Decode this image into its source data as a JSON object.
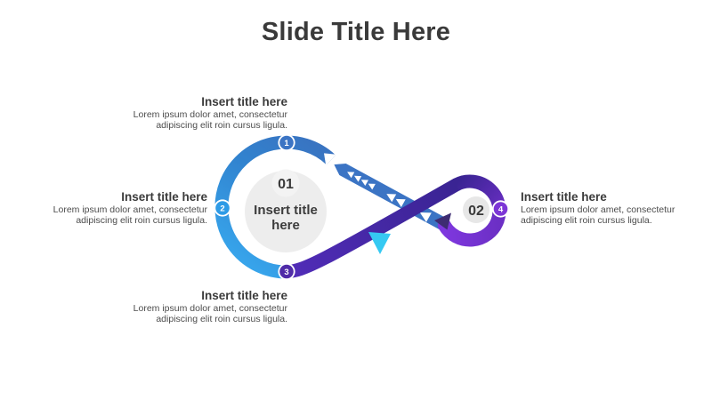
{
  "title": "Slide Title Here",
  "diagram": {
    "center_left": {
      "number": "01",
      "title_line1": "Insert title",
      "title_line2": "here"
    },
    "center_right": {
      "number": "02"
    },
    "markers": [
      {
        "number": "1"
      },
      {
        "number": "2"
      },
      {
        "number": "3"
      },
      {
        "number": "4"
      }
    ]
  },
  "blocks": [
    {
      "position": "top",
      "title": "Insert title here",
      "body_line1": "Lorem ipsum dolor amet, consectetur",
      "body_line2": "adipiscing elit roin cursus ligula."
    },
    {
      "position": "left",
      "title": "Insert title here",
      "body_line1": "Lorem ipsum dolor amet, consectetur",
      "body_line2": "adipiscing elit roin cursus ligula."
    },
    {
      "position": "bottom",
      "title": "Insert title here",
      "body_line1": "Lorem ipsum dolor amet, consectetur",
      "body_line2": "adipiscing elit roin cursus ligula."
    },
    {
      "position": "right",
      "title": "Insert title here",
      "body_line1": "Lorem ipsum dolor amet, consectetur",
      "body_line2": "adipiscing elit roin cursus ligula."
    }
  ],
  "colors": {
    "title_text": "#3a3a3a",
    "heading_text": "#3b3b3b",
    "body_text": "#4c4c4c",
    "blue": "#3b74c4",
    "light_blue": "#2e9be6",
    "sky_blue": "#38a9ef",
    "indigo": "#3a2493",
    "purple_band": "#4e2bb0",
    "violet": "#7d36dc",
    "marker3_fill": "#4f2ba8",
    "marker4_fill": "#7c35d6",
    "cyan": "#35c9f2",
    "dark_arrow": "#3e2c72",
    "circle_gray": "#ededed",
    "circle_gray_light": "#f3f3f3",
    "circle_gray_right": "#e7e7e7"
  }
}
